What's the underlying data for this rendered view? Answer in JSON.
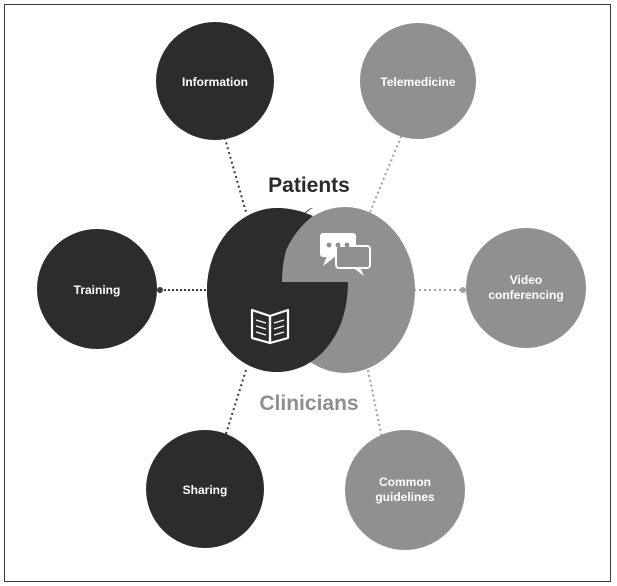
{
  "colors": {
    "dark": "#2b2c2e",
    "gray": "#909090",
    "connector_dark": "#3a3a3a",
    "connector_gray": "#a0a0a0",
    "label": "#ffffff"
  },
  "center": {
    "top_label": "Patients",
    "bottom_label": "Clinicians",
    "icons": [
      "chat-bubbles-icon",
      "open-book-icon"
    ]
  },
  "nodes": {
    "information": "Information",
    "telemedicine": "Telemedicine",
    "training": "Training",
    "video_line1": "Video",
    "video_line2": "conferencing",
    "sharing": "Sharing",
    "common_line1": "Common",
    "common_line2": "guidelines"
  }
}
